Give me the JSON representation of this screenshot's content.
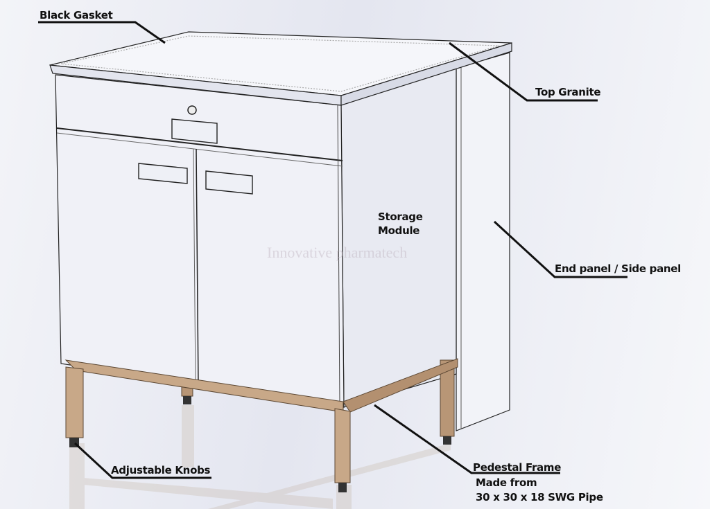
{
  "labels": {
    "black_gasket": "Black Gasket",
    "top_granite": "Top Granite",
    "storage_module_line1": "Storage",
    "storage_module_line2": "Module",
    "end_panel": "End panel / Side panel",
    "adjustable_knobs": "Adjustable Knobs",
    "pedestal_frame": "Pedestal Frame",
    "made_from": "Made from",
    "pipe_spec": "30 x 30 x 18 SWG Pipe"
  },
  "watermark": "Innovative pharmatech",
  "colors": {
    "frame": "#c8a888",
    "frame_dark": "#9c7a5a",
    "line": "#222222"
  }
}
